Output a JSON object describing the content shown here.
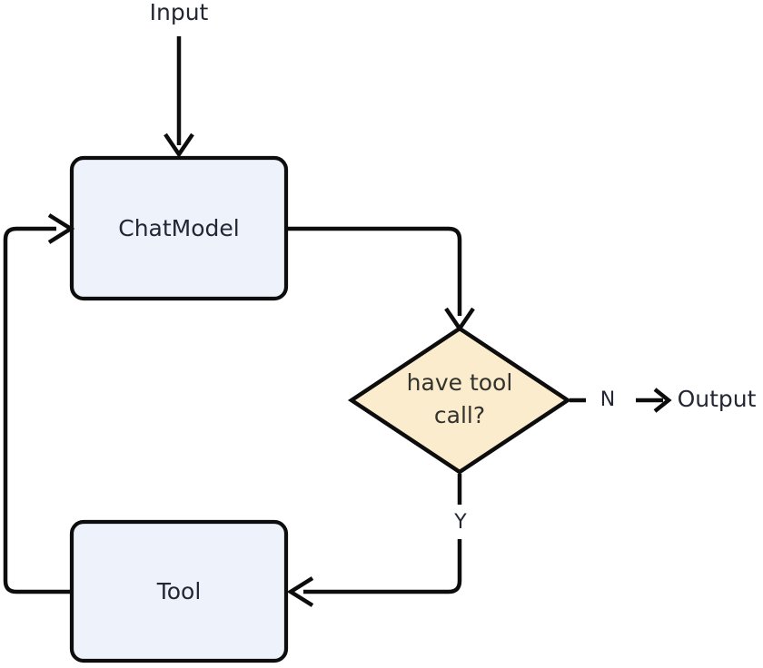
{
  "diagram": {
    "title": "agent-loop-flowchart",
    "background": "#ffffff",
    "colors": {
      "process_fill": "#eef2fb",
      "decision_fill": "#faeccd",
      "stroke": "#0d0d0d",
      "text": "#232733",
      "decision_text": "#33322c"
    },
    "nodes": {
      "input": {
        "label": "Input",
        "shape": "text-terminal"
      },
      "chat_model": {
        "label": "ChatModel",
        "shape": "rounded-rect"
      },
      "decision": {
        "label_line1": "have tool",
        "label_line2": "call?",
        "shape": "diamond"
      },
      "tool": {
        "label": "Tool",
        "shape": "rounded-rect"
      },
      "output": {
        "label": "Output",
        "shape": "text-terminal"
      }
    },
    "edges": {
      "input_to_chatmodel": {
        "label": ""
      },
      "chatmodel_to_decision": {
        "label": ""
      },
      "decision_no": {
        "label": "N"
      },
      "decision_yes": {
        "label": "Y"
      },
      "tool_to_chatmodel": {
        "label": ""
      },
      "no_to_output_arrow": {
        "glyph": "arrow-right"
      }
    }
  }
}
